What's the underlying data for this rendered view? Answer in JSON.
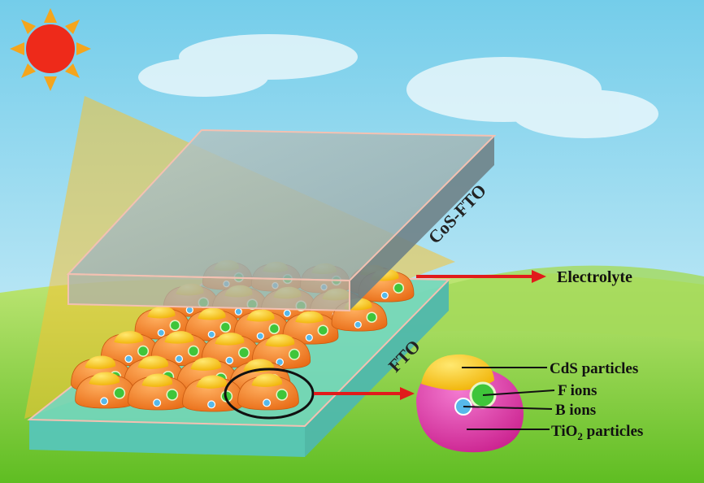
{
  "labels": {
    "top_plate": "CoS-FTO",
    "bottom_plate": "FTO",
    "electrolyte": "Electrolyte",
    "cds": "CdS particles",
    "f_ions": "F ions",
    "b_ions": "B ions",
    "tio2_main": "TiO",
    "tio2_sub": "2",
    "tio2_suffix": " particles"
  },
  "icons": {
    "sun": "sun-icon",
    "nanoparticle": "tio2-cds-nanoparticle-icon"
  },
  "colors": {
    "sky_top": "#7fd3ee",
    "sky_bottom": "#d8f2fa",
    "grass_top": "#b8e26a",
    "grass_bottom": "#6cc42a",
    "sun": "#ee2a1a",
    "sun_rays": "#f5a51c",
    "light_beam": "#f7c332",
    "top_plate_face": "#9eb3b0",
    "bottom_plate": "#6fd3c4",
    "tio2_orange": "#f07c25",
    "cds_yellow": "#f8c20e",
    "f_ion_green": "#3fc53a",
    "b_ion_blue": "#57b9ea",
    "magenta_particle": "#e03aa6",
    "arrow_red": "#e11b1b"
  }
}
